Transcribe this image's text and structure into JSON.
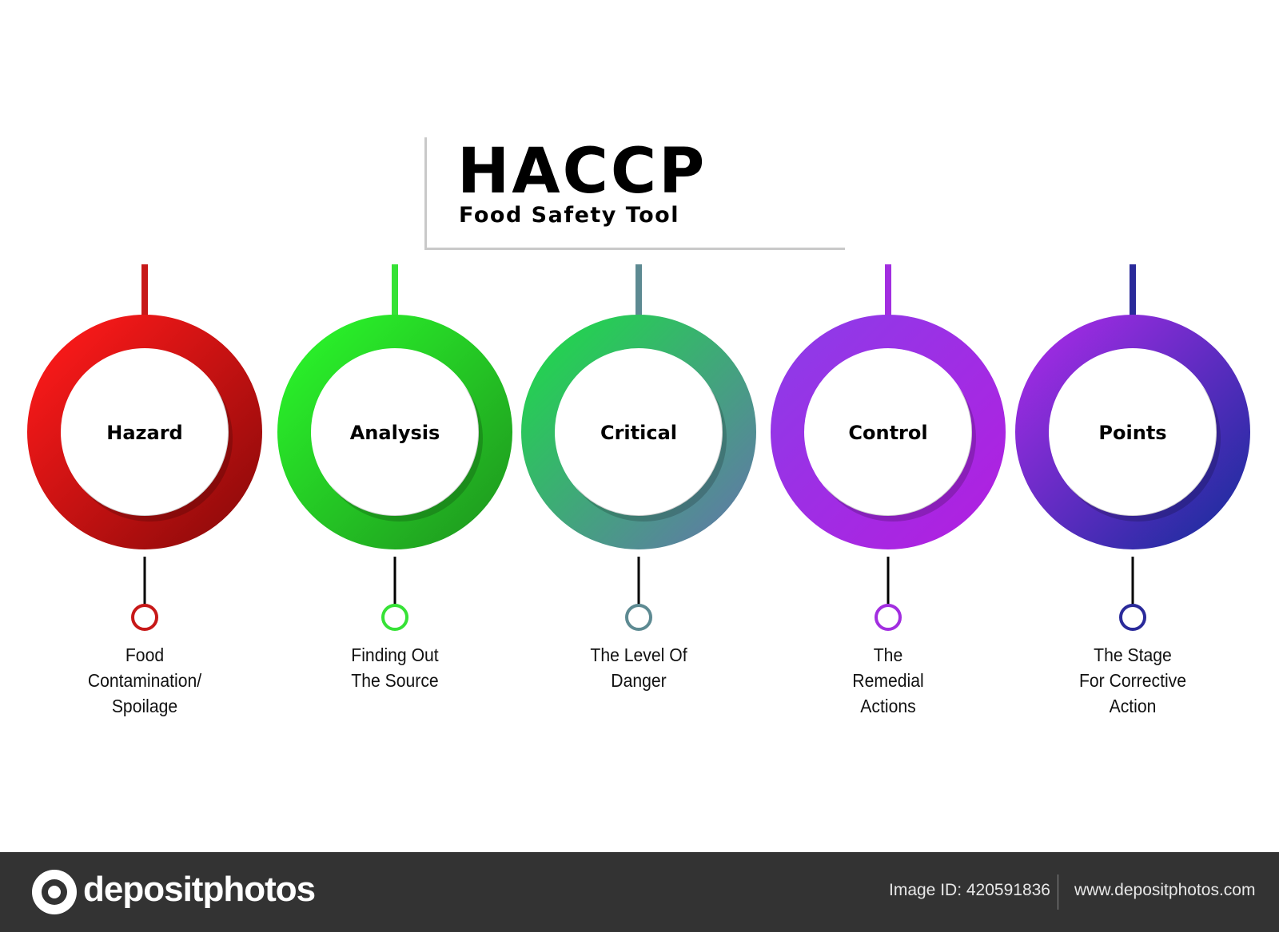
{
  "title": "HACCP",
  "subtitle": "Food Safety Tool",
  "steps": [
    {
      "word": "Hazard",
      "description": "Food\nContamination/\nSpoilage",
      "color_light": "#ff1a1a",
      "color_dark": "#8e0a0a",
      "connector_color": "#c71818"
    },
    {
      "word": "Analysis",
      "description": "Finding Out\nThe Source",
      "color_light": "#2af52a",
      "color_dark": "#1f9a1f",
      "connector_color": "#36e236"
    },
    {
      "word": "Critical",
      "description": "The Level Of\nDanger",
      "color_light": "#1fd84a",
      "color_dark": "#5f7aa6",
      "connector_color": "#5d8a92"
    },
    {
      "word": "Control",
      "description": "The\nRemedial\nActions",
      "color_light": "#8e3be8",
      "color_dark": "#b020e0",
      "connector_color": "#a22ee0"
    },
    {
      "word": "Points",
      "description": "The Stage\nFor Corrective\nAction",
      "color_light": "#a52be6",
      "color_dark": "#1c2d9e",
      "connector_color": "#2a2a9a"
    }
  ],
  "footer": {
    "logo_text": "depositphotos",
    "image_id": "Image ID: 420591836",
    "site": "www.depositphotos.com"
  }
}
